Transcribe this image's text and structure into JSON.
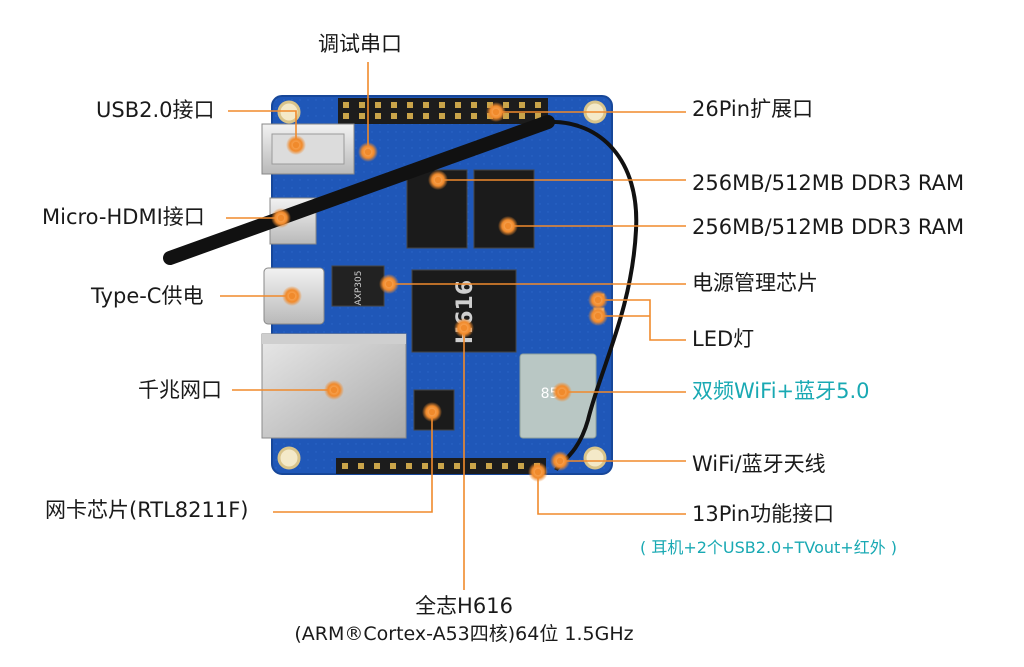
{
  "labels": {
    "debug_serial": "调试串口",
    "usb2": "USB2.0接口",
    "micro_hdmi": "Micro-HDMI接口",
    "typec_power": "Type-C供电",
    "gigabit": "千兆网口",
    "nic_chip": "网卡芯片(RTL8211F)",
    "pin26": "26Pin扩展口",
    "ram1": "256MB/512MB DDR3 RAM",
    "ram2": "256MB/512MB DDR3 RAM",
    "pmic": "电源管理芯片",
    "led": "LED灯",
    "wifi_bt": "双频WiFi+蓝牙5.0",
    "antenna": "WiFi/蓝牙天线",
    "pin13": "13Pin功能接口",
    "pin13_sub": "( 耳机+2个USB2.0+TVout+红外 )",
    "soc_name": "全志H616",
    "soc_desc": "(ARM®Cortex-A53四核)64位 1.5GHz"
  },
  "board_marks": {
    "soc_text": "H616",
    "pmic_text": "AXP305",
    "wifi_text": "859"
  },
  "colors": {
    "pcb": "#1f57b8",
    "leader": "#f08a2c",
    "accent_teal": "#19a9b3"
  }
}
